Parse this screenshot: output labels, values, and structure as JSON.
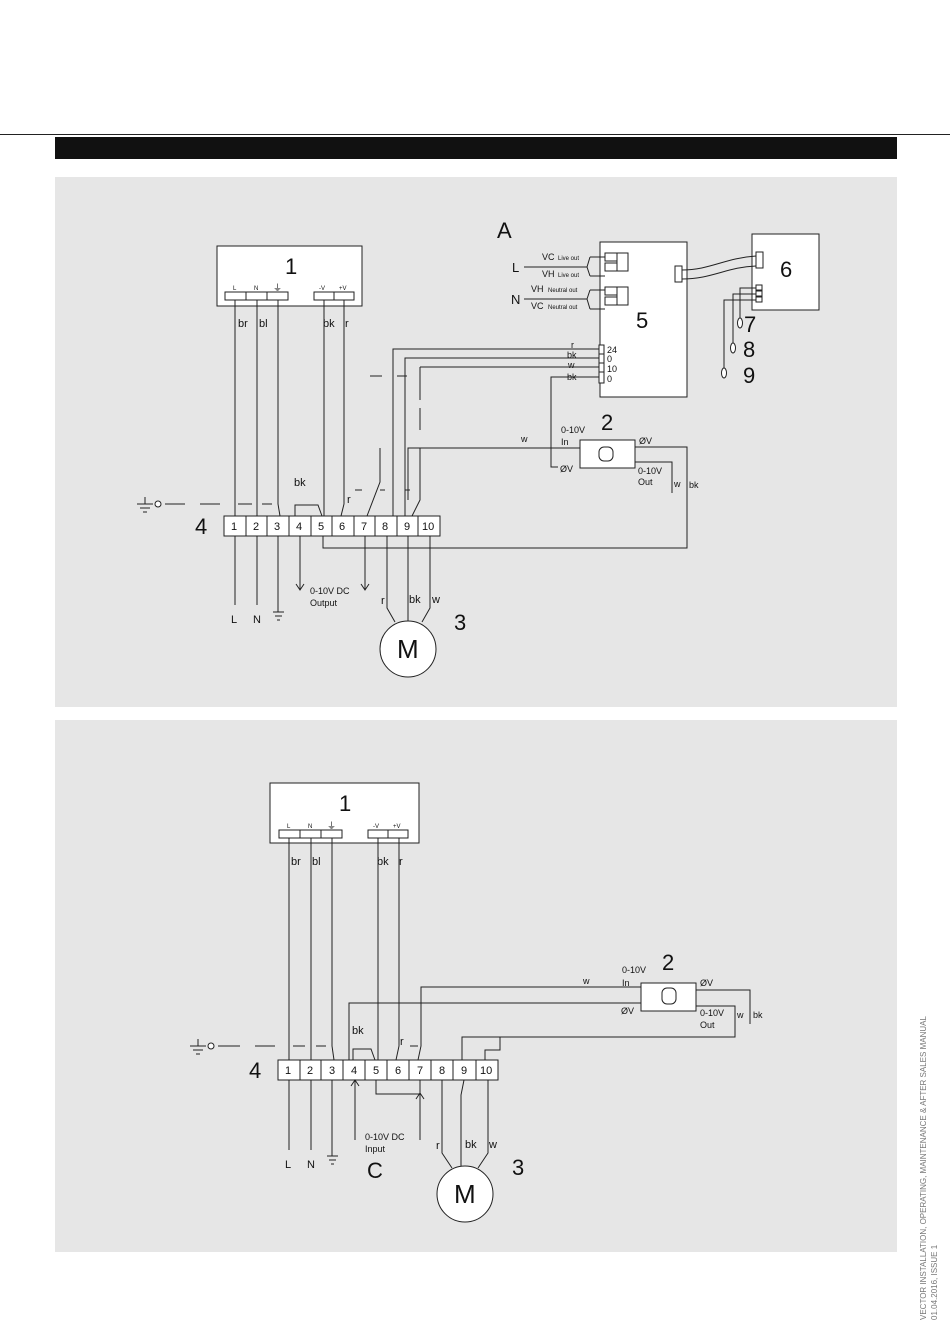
{
  "colors": {
    "header_bar": "#111111",
    "panel_bg": "#e6e6e6",
    "line": "#222222"
  },
  "diagram_a": {
    "label": "A",
    "power_supply": {
      "number": "1",
      "terminals": [
        "L",
        "N",
        "⏚",
        "-V",
        "+V"
      ],
      "wire_labels": [
        "br",
        "bl",
        "bk",
        "r"
      ]
    },
    "controller": {
      "number": "5",
      "live_label": "L",
      "neutral_label": "N",
      "inputs": [
        "VC",
        "Live out",
        "VH",
        "Live out",
        "VH",
        "Neutral out",
        "VC",
        "Neutral out"
      ],
      "signal_labels": [
        "r",
        "bk",
        "w",
        "bk"
      ],
      "signal_pins": [
        "24",
        "0",
        "10",
        "0"
      ]
    },
    "room_unit": {
      "number": "6",
      "sensors": [
        "7",
        "8",
        "9"
      ]
    },
    "converter": {
      "number": "2",
      "in_label": "0-10V",
      "in_sub": "In",
      "zero_in": "ØV",
      "zero_out": "ØV",
      "out_label": "0-10V",
      "out_sub": "Out",
      "wire_in": "w",
      "wire_out_w": "w",
      "wire_out_bk": "bk"
    },
    "terminal_block": {
      "number": "4",
      "terminals": [
        "1",
        "2",
        "3",
        "4",
        "5",
        "6",
        "7",
        "8",
        "9",
        "10"
      ],
      "bridge_label": "bk",
      "r_label": "r"
    },
    "signal_out": {
      "line1": "0-10V DC",
      "line2": "Output"
    },
    "bottom_labels": {
      "L": "L",
      "N": "N"
    },
    "motor": {
      "number": "3",
      "symbol": "M",
      "wires": [
        "r",
        "bk",
        "w"
      ]
    }
  },
  "diagram_c": {
    "label": "C",
    "power_supply": {
      "number": "1",
      "terminals": [
        "L",
        "N",
        "⏚",
        "-V",
        "+V"
      ],
      "wire_labels": [
        "br",
        "bl",
        "bk",
        "r"
      ]
    },
    "converter": {
      "number": "2",
      "in_label": "0-10V",
      "in_sub": "In",
      "zero_in": "ØV",
      "zero_out": "ØV",
      "out_label": "0-10V",
      "out_sub": "Out",
      "wire_in": "w",
      "wire_out_w": "w",
      "wire_out_bk": "bk"
    },
    "terminal_block": {
      "number": "4",
      "terminals": [
        "1",
        "2",
        "3",
        "4",
        "5",
        "6",
        "7",
        "8",
        "9",
        "10"
      ],
      "bridge_label": "bk",
      "r_label": "r"
    },
    "signal_in": {
      "line1": "0-10V DC",
      "line2": "Input"
    },
    "bottom_labels": {
      "L": "L",
      "N": "N"
    },
    "motor": {
      "number": "3",
      "symbol": "M",
      "wires": [
        "r",
        "bk",
        "w"
      ]
    }
  },
  "side_caption": {
    "line1": "VECTOR INSTALLATION, OPERATING, MAINTENANCE & AFTER SALES MANUAL",
    "line2": "01.04.2016, ISSUE 1"
  }
}
